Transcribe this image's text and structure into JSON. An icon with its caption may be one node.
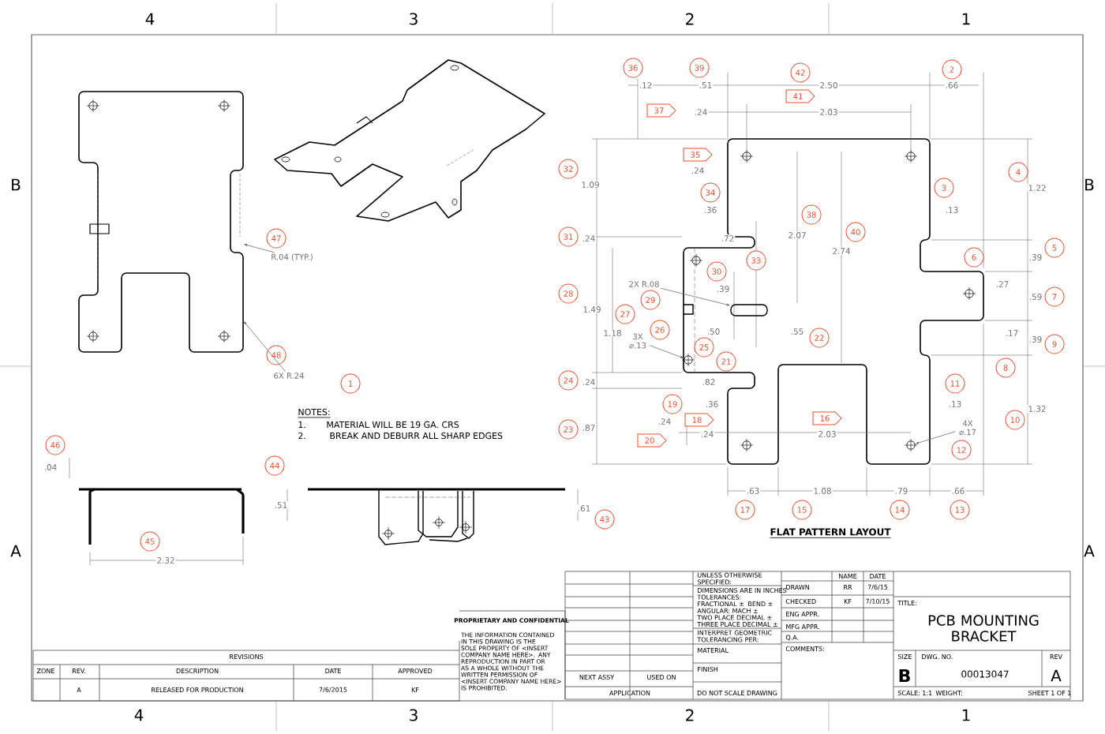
{
  "diagram": {
    "nodes": [
      {
        "text": [
          "1"
        ]
      },
      {
        "text": [
          "2"
        ]
      },
      {
        "text": [
          "3"
        ]
      },
      {
        "text": [
          "4"
        ]
      },
      {
        "text": [
          "5"
        ]
      },
      {
        "text": [
          "6"
        ]
      },
      {
        "text": [
          "7"
        ]
      },
      {
        "text": [
          "8"
        ]
      },
      {
        "text": [
          "9"
        ]
      },
      {
        "text": [
          "10"
        ]
      },
      {
        "text": [
          "11"
        ]
      },
      {
        "text": [
          "12"
        ]
      },
      {
        "text": [
          "13"
        ]
      },
      {
        "text": [
          "14"
        ]
      },
      {
        "text": [
          "15"
        ]
      },
      {
        "text": [
          "16"
        ]
      },
      {
        "text": [
          "17"
        ]
      },
      {
        "text": [
          "18"
        ]
      },
      {
        "text": [
          "19"
        ]
      },
      {
        "text": [
          "20"
        ]
      },
      {
        "text": [
          "21"
        ]
      },
      {
        "text": [
          "22"
        ]
      },
      {
        "text": [
          "23"
        ]
      },
      {
        "text": [
          "24"
        ]
      },
      {
        "text": [
          "25"
        ]
      },
      {
        "text": [
          "26"
        ]
      },
      {
        "text": [
          "27"
        ]
      },
      {
        "text": [
          "28"
        ]
      },
      {
        "text": [
          "29"
        ]
      },
      {
        "text": [
          "30"
        ]
      },
      {
        "text": [
          "31"
        ]
      },
      {
        "text": [
          "32"
        ]
      },
      {
        "text": [
          "33"
        ]
      },
      {
        "text": [
          "34"
        ]
      },
      {
        "text": [
          "35"
        ]
      },
      {
        "text": [
          "36"
        ]
      },
      {
        "text": [
          "37"
        ]
      },
      {
        "text": [
          "38"
        ]
      },
      {
        "text": [
          "39"
        ]
      },
      {
        "text": [
          "40"
        ]
      },
      {
        "text": [
          "41"
        ]
      },
      {
        "text": [
          "42"
        ]
      },
      {
        "text": [
          "43"
        ]
      },
      {
        "text": [
          "44"
        ]
      },
      {
        "text": [
          "45"
        ]
      },
      {
        "text": [
          "46"
        ]
      },
      {
        "text": [
          "47"
        ]
      },
      {
        "text": [
          "48"
        ]
      },
      {
        "text": [
          "R.04 (TYP.)"
        ]
      },
      {
        "text": [
          "6X R.24"
        ]
      },
      {
        "text": [
          "2X R.08"
        ]
      },
      {
        "text": [
          "3X ⌀.13"
        ]
      },
      {
        "text": [
          "4X ⌀.17"
        ]
      },
      {
        "text": [],
        "shape": "picture"
      },
      {
        "text": [],
        "shape": "box"
      },
      {
        "text": [],
        "shape": "circle"
      },
      {
        "text": [],
        "shape": "circle"
      }
    ],
    "edges": [
      {
        "from": 48,
        "to": 53,
        "arrow": "to"
      },
      {
        "from": 49,
        "to": 53,
        "arrow": "to"
      },
      {
        "from": 50,
        "to": 54,
        "arrow": "to"
      },
      {
        "from": 51,
        "to": 55,
        "arrow": "to"
      },
      {
        "from": 52,
        "to": 56,
        "arrow": "to"
      }
    ],
    "labels": [
      "4",
      "3",
      "2",
      "1",
      "B",
      "B",
      ".12",
      ".51",
      "2.50",
      ".66",
      ".24",
      "2.03",
      "1.09",
      ".24",
      ".36",
      ".13",
      "1.22",
      ".24",
      ".72",
      "2.07",
      "2.74",
      ".39",
      ".27",
      ".59",
      ".39",
      "1.49",
      "1.18",
      ".50",
      ".55",
      ".17",
      ".39",
      ".24",
      ".82",
      ".36",
      ".13",
      "1.32",
      ".87",
      ".24",
      ".24",
      "2.03",
      ".63",
      "1.08",
      ".79",
      ".66",
      "NOTES:",
      "1.",
      "MATERIAL WILL BE 19 GA. CRS",
      "2.",
      "BREAK AND DEBURR ALL SHARP EDGES",
      ".04",
      ".51",
      ".61",
      "2.32",
      "FLAT PATTERN LAYOUT",
      "A",
      "A",
      "UNLESS OTHERWISE SPECIFIED:",
      "DIMENSIONS ARE IN INCHES",
      "TOLERANCES:",
      "FRACTIONAL ±",
      "ANGULAR: MACH ±",
      "BEND ±",
      "TWO PLACE DECIMAL ±",
      "THREE PLACE DECIMAL ±",
      "INTERPRET GEOMETRIC TOLERANCING PER:",
      "MATERIAL",
      "FINISH",
      "NEXT ASSY",
      "USED ON",
      "APPLICATION",
      "DO NOT SCALE DRAWING",
      "NAME",
      "DATE",
      "DRAWN",
      "RR",
      "7/6/15",
      "CHECKED",
      "KF",
      "7/10/15",
      "ENG APPR.",
      "MFG APPR.",
      "Q.A.",
      "COMMENTS:",
      "TITLE:",
      "PCB MOUNTING BRACKET",
      "SIZE",
      "B",
      "DWG. NO.",
      "00013047",
      "REV",
      "A",
      "SCALE: 1:1",
      "WEIGHT:",
      "SHEET 1 OF 1",
      "REVISIONS",
      "ZONE",
      "REV.",
      "DESCRIPTION",
      "DATE",
      "APPROVED",
      "A",
      "RELEASED FOR PRODUCTION",
      "7/6/2015",
      "KF",
      "PROPRIETARY AND CONFIDENTIAL",
      "THE INFORMATION CONTAINED IN THIS DRAWING IS THE SOLE PROPERTY OF <INSERT COMPANY NAME HERE>. ANY REPRODUCTION IN PART OR AS A WHOLE WITHOUT THE WRITTEN PERMISSION OF <INSERT COMPANY NAME HERE> IS PROHIBITED.",
      "4",
      "3",
      "2",
      "1"
    ]
  }
}
